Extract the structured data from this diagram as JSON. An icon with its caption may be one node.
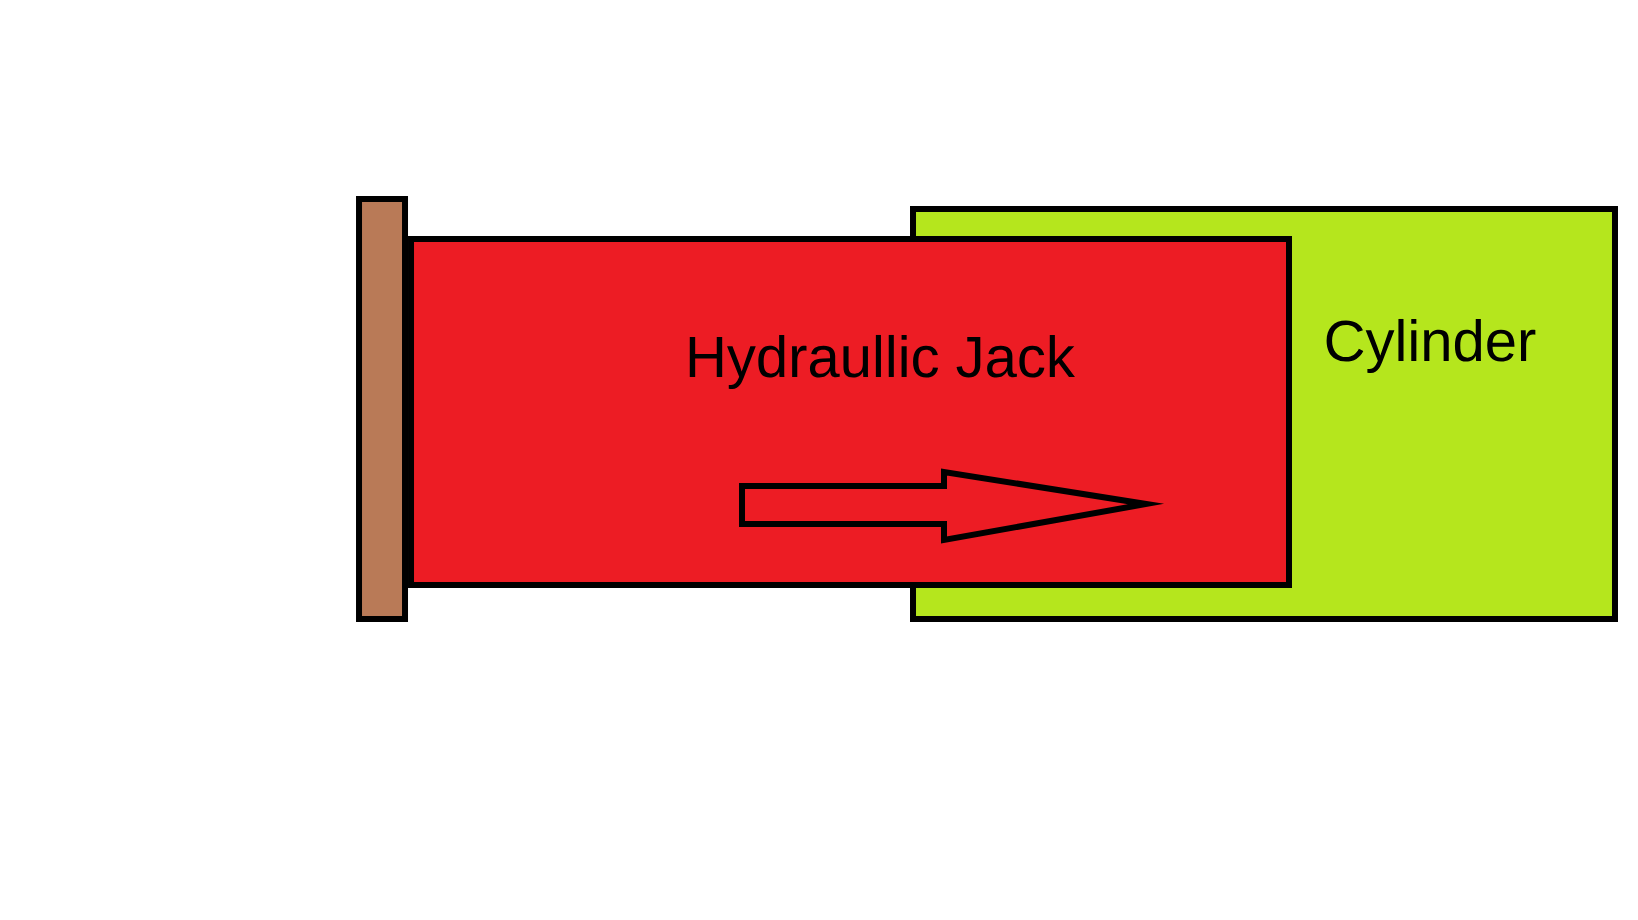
{
  "diagram": {
    "nodes": [
      {
        "text": [],
        "shape": "bar"
      },
      {
        "text": [
          "Hydraullic Jack"
        ]
      },
      {
        "text": [
          "Cylinder"
        ]
      }
    ]
  }
}
